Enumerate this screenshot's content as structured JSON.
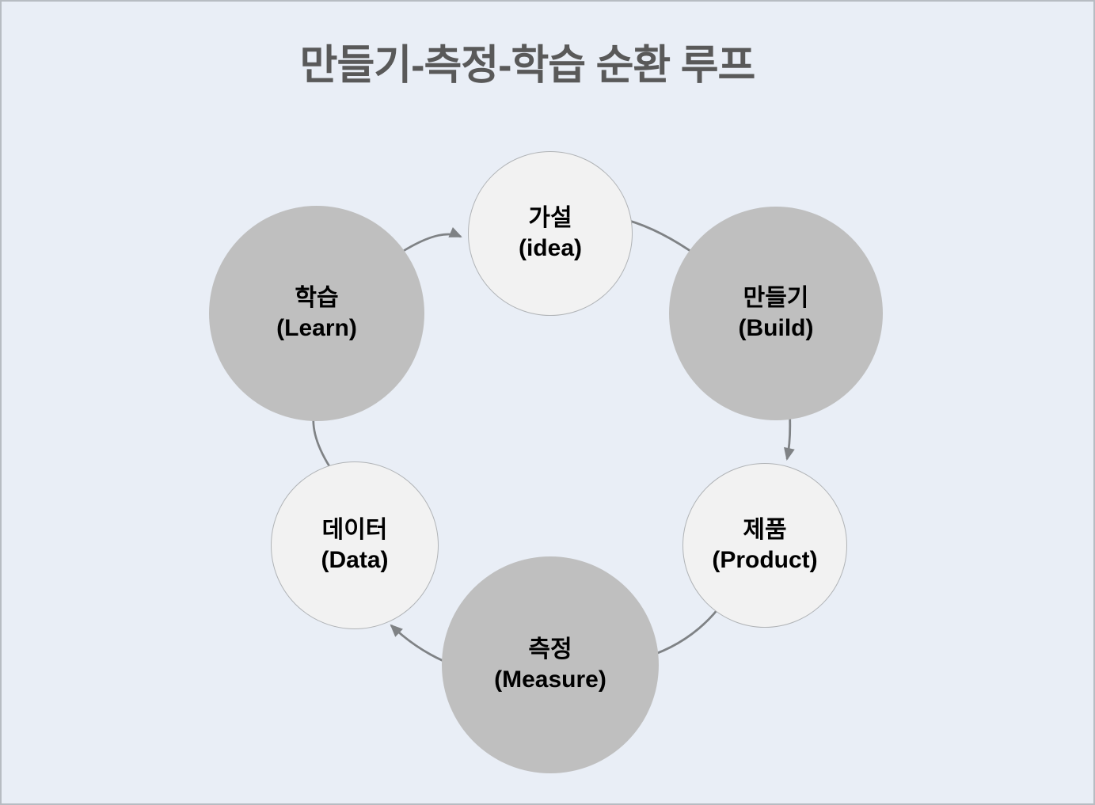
{
  "title": "만들기-측정-학습 순환 루프",
  "colors": {
    "background": "#e9eef6",
    "frame_border": "#b7bcc2",
    "node_dark_fill": "#bfbfbf",
    "node_light_fill": "#f2f2f2",
    "node_light_border": "#b0b3b6",
    "connector": "#7f8285",
    "title_text": "#595959",
    "node_text": "#000000"
  },
  "nodes": [
    {
      "id": "idea",
      "label_ko": "가설",
      "label_en": "(idea)",
      "variant": "light"
    },
    {
      "id": "build",
      "label_ko": "만들기",
      "label_en": "(Build)",
      "variant": "dark"
    },
    {
      "id": "product",
      "label_ko": "제품",
      "label_en": "(Product)",
      "variant": "light"
    },
    {
      "id": "measure",
      "label_ko": "측정",
      "label_en": "(Measure)",
      "variant": "dark"
    },
    {
      "id": "data",
      "label_ko": "데이터",
      "label_en": "(Data)",
      "variant": "light"
    },
    {
      "id": "learn",
      "label_ko": "학습",
      "label_en": "(Learn)",
      "variant": "dark"
    }
  ],
  "connectors": [
    {
      "from": "idea",
      "to": "build",
      "arrow_visible": false
    },
    {
      "from": "build",
      "to": "product",
      "arrow_visible": true
    },
    {
      "from": "product",
      "to": "measure",
      "arrow_visible": false
    },
    {
      "from": "measure",
      "to": "data",
      "arrow_visible": true
    },
    {
      "from": "data",
      "to": "learn",
      "arrow_visible": false
    },
    {
      "from": "learn",
      "to": "idea",
      "arrow_visible": true
    }
  ]
}
